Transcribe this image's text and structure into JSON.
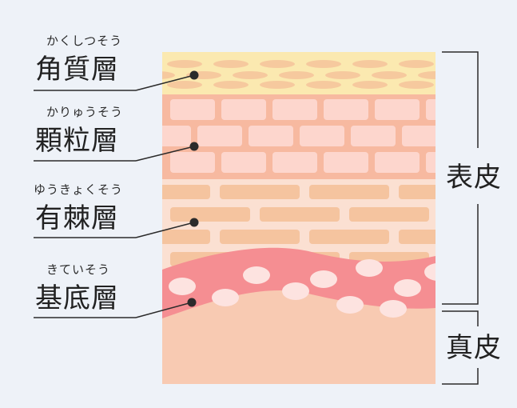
{
  "layers": [
    {
      "key": "stratum-corneum",
      "reading": "かくしつそう",
      "name": "角質層"
    },
    {
      "key": "stratum-granulosum",
      "reading": "かりゅうそう",
      "name": "顆粒層"
    },
    {
      "key": "stratum-spinosum",
      "reading": "ゆうきょくそう",
      "name": "有棘層"
    },
    {
      "key": "stratum-basale",
      "reading": "きていそう",
      "name": "基底層"
    }
  ],
  "regions": {
    "epidermis": "表皮",
    "dermis": "真皮"
  },
  "colors": {
    "background": "#eef2f8",
    "corneum": "#fbe9b0",
    "corneum_cell": "#f6c99e",
    "granulosum_mortar": "#f7b9a0",
    "granulosum_brick": "#fdd6cd",
    "spinosum_mortar": "#fbe0d2",
    "spinosum_brick": "#f5c49f",
    "basale": "#f58e92",
    "basale_cell": "#fde3e0",
    "dermis": "#f8cab2",
    "line": "#2b2b2b"
  }
}
